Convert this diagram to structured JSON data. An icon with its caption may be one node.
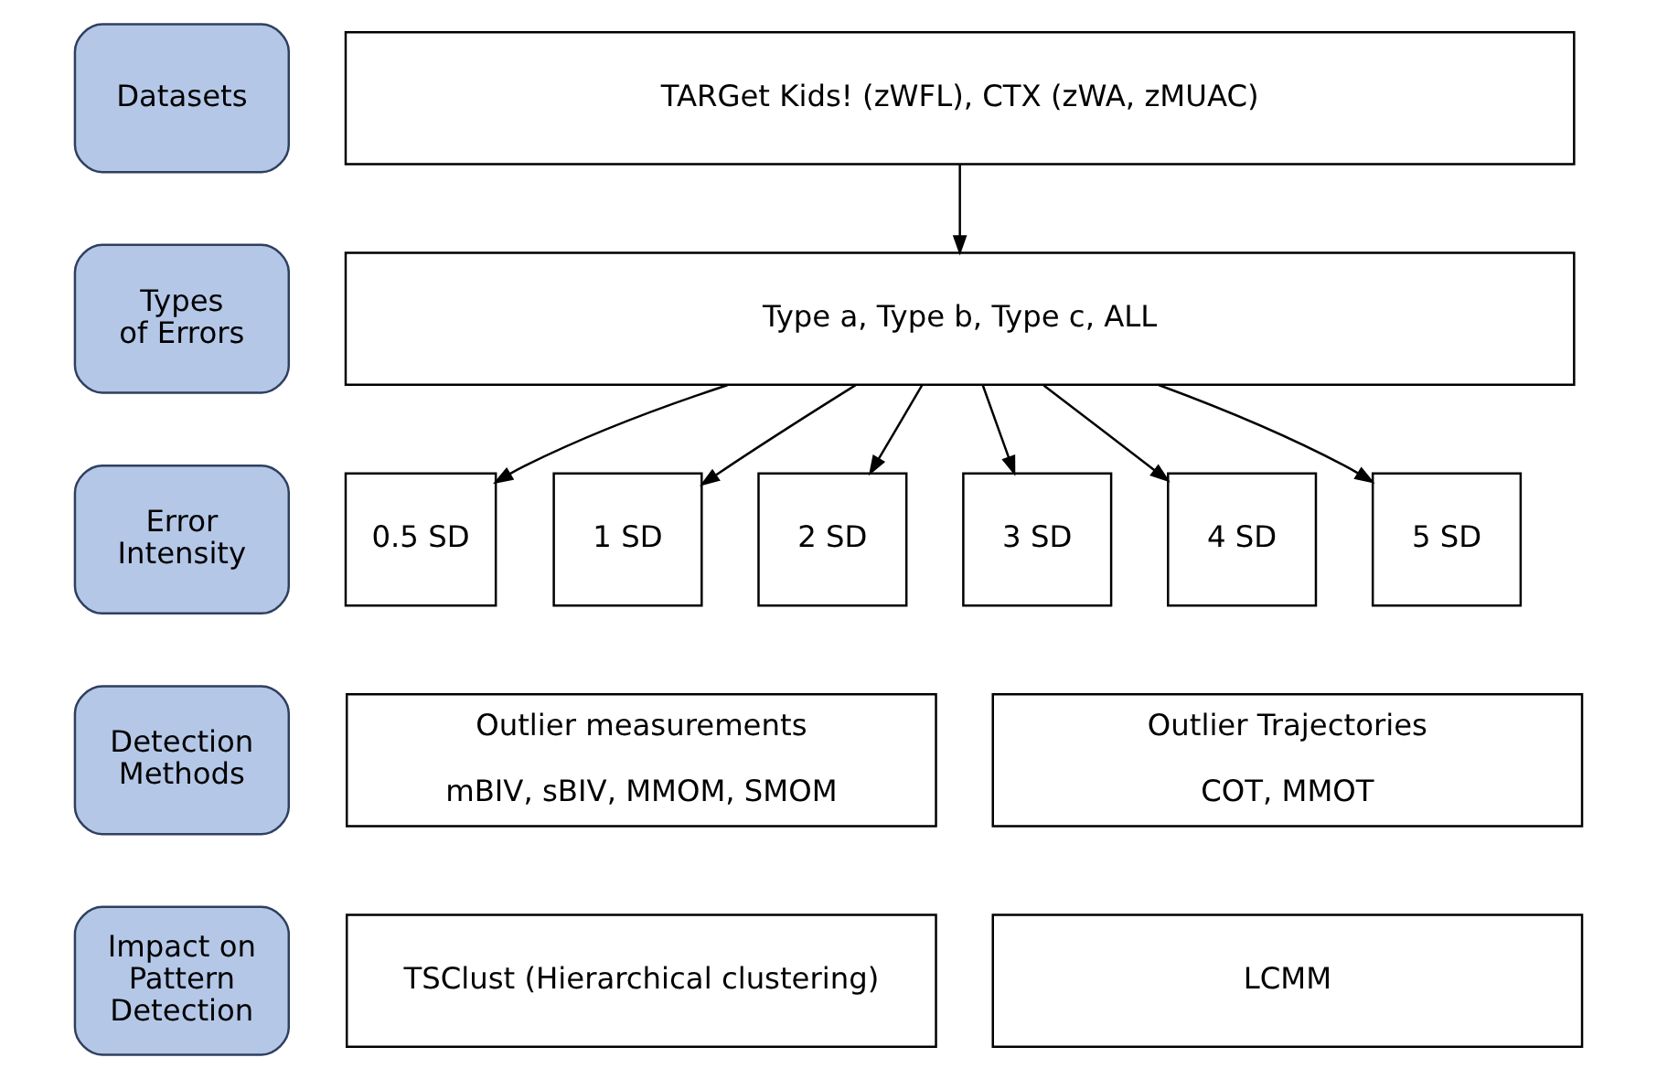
{
  "diagram": {
    "nodes": [
      {
        "text": [
          "Datasets"
        ]
      },
      {
        "text": [
          "TARGet Kids! (zWFL), CTX (zWA, zMUAC)"
        ]
      },
      {
        "text": [
          "Types of Errors"
        ]
      },
      {
        "text": [
          "Type a, Type b, Type c, ALL"
        ]
      },
      {
        "text": [
          "Error Intensity"
        ]
      },
      {
        "text": [
          "0.5 SD"
        ]
      },
      {
        "text": [
          "1 SD"
        ]
      },
      {
        "text": [
          "2 SD"
        ]
      },
      {
        "text": [
          "3 SD"
        ]
      },
      {
        "text": [
          "4 SD"
        ]
      },
      {
        "text": [
          "5 SD"
        ]
      },
      {
        "text": [
          "Detection Methods"
        ]
      },
      {
        "text": [
          "Outlier measurements",
          "mBIV, sBIV, MMOM, SMOM"
        ]
      },
      {
        "text": [
          "Outlier Trajectories",
          "COT, MMOT"
        ]
      },
      {
        "text": [
          "Impact on Pattern Detection"
        ]
      },
      {
        "text": [
          "TSClust (Hierarchical clustering)"
        ]
      },
      {
        "text": [
          "LCMM"
        ]
      }
    ],
    "edges": [
      {
        "from": 1,
        "to": 3,
        "arrow": "to"
      },
      {
        "from": 3,
        "to": 5,
        "arrow": "to"
      },
      {
        "from": 3,
        "to": 6,
        "arrow": "to"
      },
      {
        "from": 3,
        "to": 7,
        "arrow": "to"
      },
      {
        "from": 3,
        "to": 8,
        "arrow": "to"
      },
      {
        "from": 3,
        "to": 9,
        "arrow": "to"
      },
      {
        "from": 3,
        "to": 10,
        "arrow": "to"
      }
    ]
  }
}
